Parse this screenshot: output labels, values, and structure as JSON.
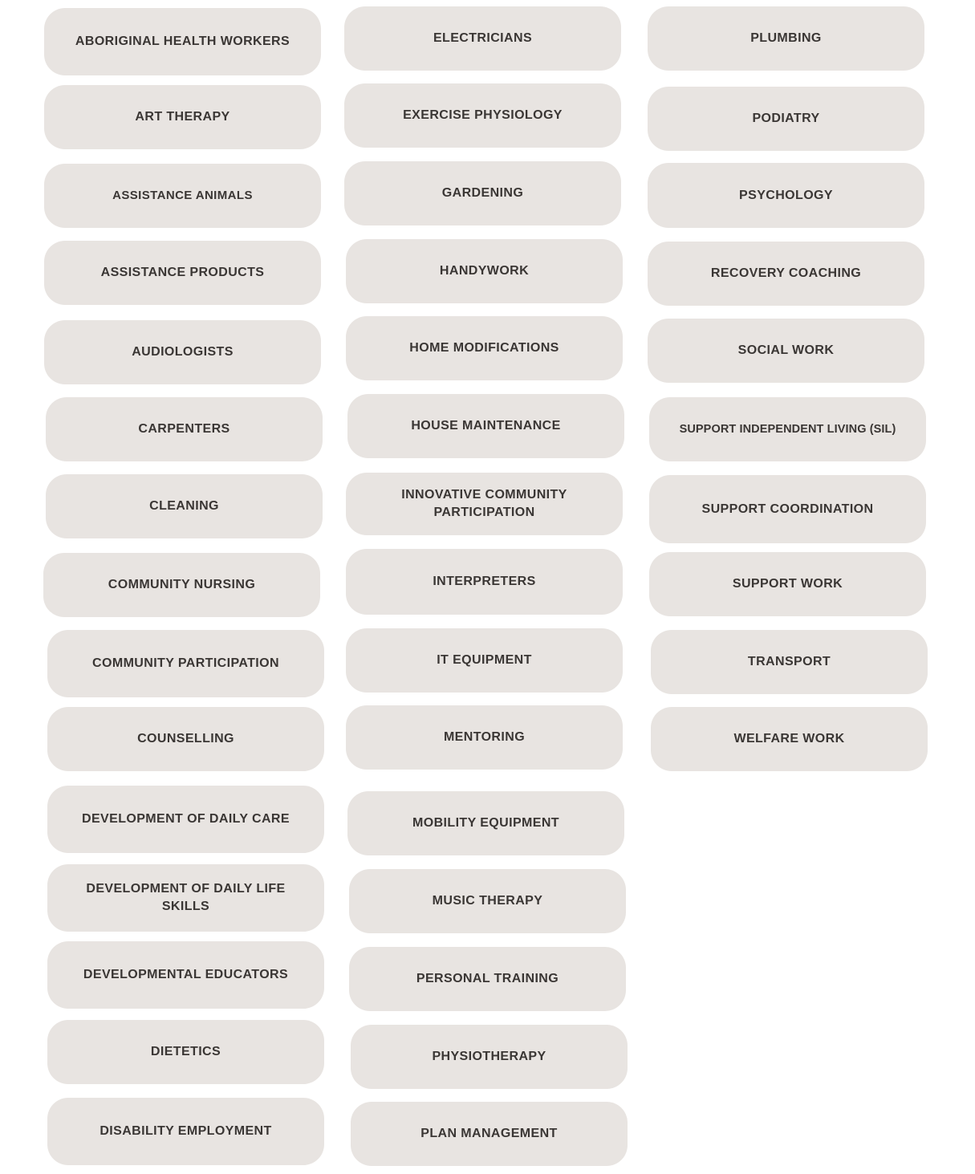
{
  "services": {
    "col1": [
      "ABORIGINAL HEALTH WORKERS",
      "ART THERAPY",
      "ASSISTANCE ANIMALS",
      "ASSISTANCE PRODUCTS",
      "AUDIOLOGISTS",
      "CARPENTERS",
      "CLEANING",
      "COMMUNITY NURSING",
      "COMMUNITY PARTICIPATION",
      "COUNSELLING",
      "DEVELOPMENT OF DAILY CARE",
      "DEVELOPMENT OF DAILY LIFE SKILLS",
      "DEVELOPMENTAL EDUCATORS",
      "DIETETICS",
      "DISABILITY EMPLOYMENT"
    ],
    "col2": [
      "ELECTRICIANS",
      "EXERCISE PHYSIOLOGY",
      "GARDENING",
      "HANDYWORK",
      "HOME MODIFICATIONS",
      "HOUSE MAINTENANCE",
      "INNOVATIVE COMMUNITY PARTICIPATION",
      "INTERPRETERS",
      "IT EQUIPMENT",
      "MENTORING",
      "MOBILITY EQUIPMENT",
      "MUSIC THERAPY",
      "PERSONAL TRAINING",
      "PHYSIOTHERAPY",
      "PLAN MANAGEMENT"
    ],
    "col3": [
      "PLUMBING",
      "PODIATRY",
      "PSYCHOLOGY",
      "RECOVERY COACHING",
      "SOCIAL WORK",
      "SUPPORT INDEPENDENT LIVING (SIL)",
      "SUPPORT COORDINATION",
      "SUPPORT WORK",
      "TRANSPORT",
      "WELFARE WORK"
    ]
  },
  "colors": {
    "button_bg": "#e8e4e1",
    "text": "#3a3634"
  }
}
